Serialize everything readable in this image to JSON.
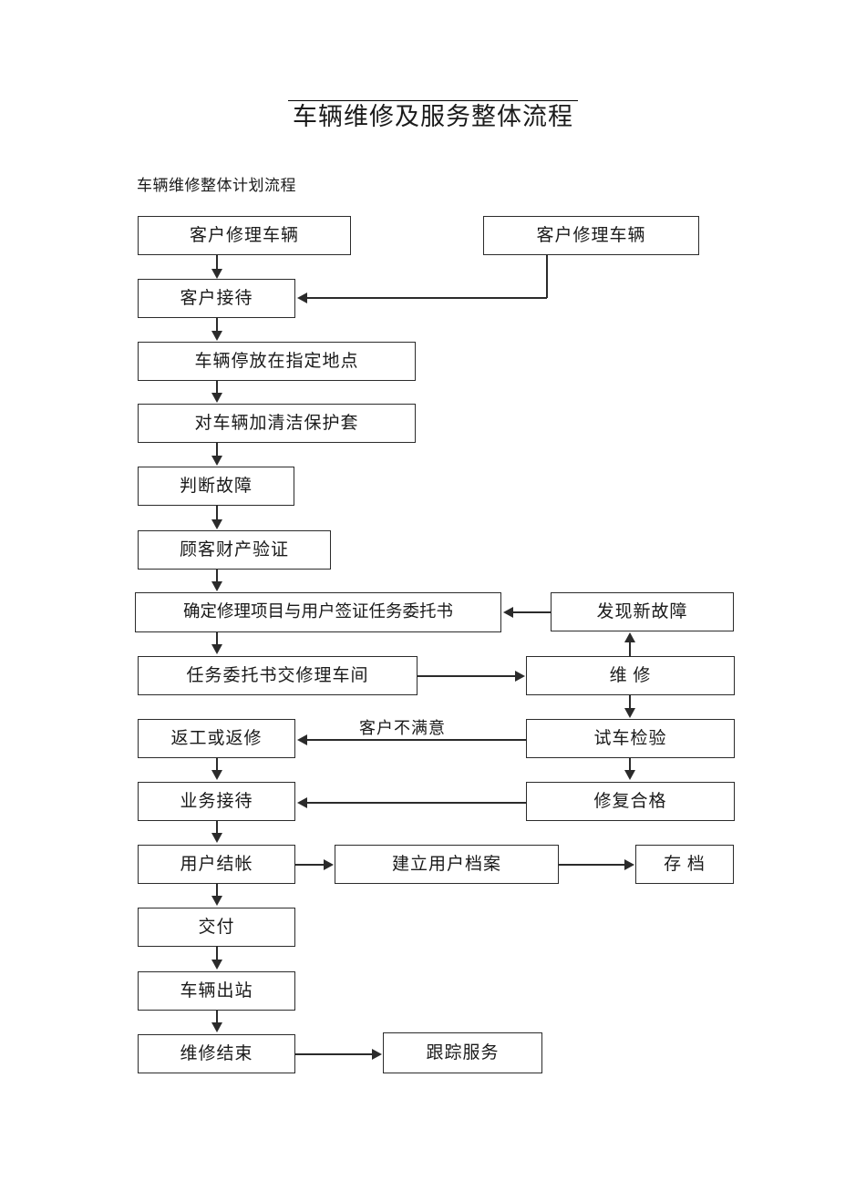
{
  "document": {
    "title": "车辆维修及服务整体流程",
    "subtitle": "车辆维修整体计划流程"
  },
  "flowchart": {
    "type": "flowchart",
    "nodes": [
      {
        "id": "customer-repair-left",
        "label": "客户修理车辆"
      },
      {
        "id": "customer-repair-right",
        "label": "客户修理车辆"
      },
      {
        "id": "customer-reception",
        "label": "客户接待"
      },
      {
        "id": "park-vehicle",
        "label": "车辆停放在指定地点"
      },
      {
        "id": "protective-cover",
        "label": "对车辆加清洁保护套"
      },
      {
        "id": "diagnose-fault",
        "label": "判断故障"
      },
      {
        "id": "property-verify",
        "label": "顾客财产验证"
      },
      {
        "id": "confirm-items",
        "label": "确定修理项目与用户签证任务委托书"
      },
      {
        "id": "new-fault",
        "label": "发现新故障"
      },
      {
        "id": "deliver-order",
        "label": "任务委托书交修理车间"
      },
      {
        "id": "repair",
        "label": "维    修"
      },
      {
        "id": "rework",
        "label": "返工或返修"
      },
      {
        "id": "test-inspection",
        "label": "试车检验"
      },
      {
        "id": "service-reception",
        "label": "业务接待"
      },
      {
        "id": "repair-qualified",
        "label": "修复合格"
      },
      {
        "id": "user-settlement",
        "label": "用户结帐"
      },
      {
        "id": "create-archive",
        "label": "建立用户档案"
      },
      {
        "id": "archive",
        "label": "存    档"
      },
      {
        "id": "handover",
        "label": "交付"
      },
      {
        "id": "vehicle-out",
        "label": "车辆出站"
      },
      {
        "id": "repair-end",
        "label": "维修结束"
      },
      {
        "id": "follow-up",
        "label": "跟踪服务"
      }
    ],
    "edge_labels": [
      {
        "id": "customer-unsatisfied",
        "label": "客户不满意"
      }
    ],
    "edges": [
      {
        "from": "customer-repair-left",
        "to": "customer-reception"
      },
      {
        "from": "customer-repair-right",
        "to": "customer-reception"
      },
      {
        "from": "customer-reception",
        "to": "park-vehicle"
      },
      {
        "from": "park-vehicle",
        "to": "protective-cover"
      },
      {
        "from": "protective-cover",
        "to": "diagnose-fault"
      },
      {
        "from": "diagnose-fault",
        "to": "property-verify"
      },
      {
        "from": "property-verify",
        "to": "confirm-items"
      },
      {
        "from": "new-fault",
        "to": "confirm-items"
      },
      {
        "from": "confirm-items",
        "to": "deliver-order"
      },
      {
        "from": "deliver-order",
        "to": "repair"
      },
      {
        "from": "repair",
        "to": "new-fault"
      },
      {
        "from": "repair",
        "to": "test-inspection"
      },
      {
        "from": "test-inspection",
        "to": "rework",
        "label": "客户不满意"
      },
      {
        "from": "test-inspection",
        "to": "repair-qualified"
      },
      {
        "from": "rework",
        "to": "service-reception"
      },
      {
        "from": "repair-qualified",
        "to": "service-reception"
      },
      {
        "from": "service-reception",
        "to": "user-settlement"
      },
      {
        "from": "user-settlement",
        "to": "create-archive"
      },
      {
        "from": "create-archive",
        "to": "archive"
      },
      {
        "from": "user-settlement",
        "to": "handover"
      },
      {
        "from": "handover",
        "to": "vehicle-out"
      },
      {
        "from": "vehicle-out",
        "to": "repair-end"
      },
      {
        "from": "repair-end",
        "to": "follow-up"
      }
    ]
  }
}
